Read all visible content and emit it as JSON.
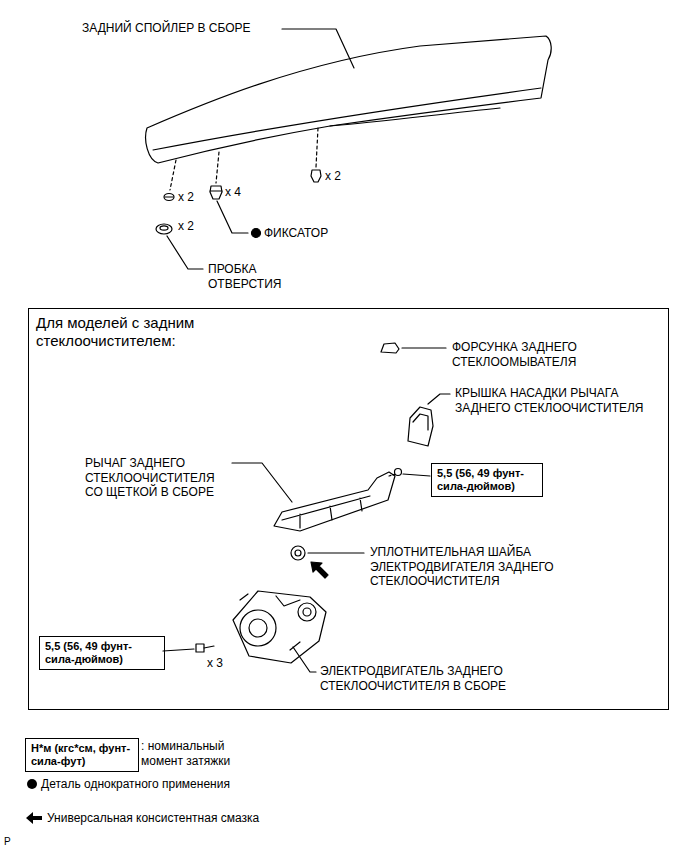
{
  "diagram": {
    "nodes": [
      {
        "text": [
          "Для моделей с задним стеклоочистителем:"
        ]
      },
      {
        "text": [
          "5,5 (56, 49 фунт-сила-дюймов)"
        ],
        "in": 0
      },
      {
        "text": [
          "5,5 (56, 49 фунт-сила-дюймов)"
        ],
        "in": 0
      },
      {
        "text": [
          "Н*м (кгс*см, фунт-сила-фут)"
        ]
      }
    ],
    "labels": [
      "ЗАДНИЙ СПОЙЛЕР В СБОРЕ",
      "x 2",
      "x 4",
      "x 2",
      "ФИКСАТОР",
      "x 2",
      "ПРОБКА ОТВЕРСТИЯ",
      "ФОРСУНКА ЗАДНЕГО СТЕКЛООМЫВАТЕЛЯ",
      "КРЫШКА НАСАДКИ РЫЧАГА ЗАДНЕГО СТЕКЛООЧИСТИТЕЛЯ",
      "РЫЧАГ ЗАДНЕГО СТЕКЛООЧИСТИТЕЛЯ СО ЩЕТКОЙ В СБОРЕ",
      "УПЛОТНИТЕЛЬНАЯ ШАЙБА ЭЛЕКТРОДВИГАТЕЛЯ ЗАДНЕГО СТЕКЛООЧИСТИТЕЛЯ",
      "x 3",
      "ЭЛЕКТРОДВИГАТЕЛЬ ЗАДНЕГО СТЕКЛООЧИСТИТЕЛЯ В СБОРЕ",
      "P"
    ],
    "legend": [
      {
        "text": ": номинальный момент затяжки"
      },
      {
        "text": "Деталь однократного применения"
      },
      {
        "text": "Универсальная консистентная смазка"
      }
    ]
  }
}
